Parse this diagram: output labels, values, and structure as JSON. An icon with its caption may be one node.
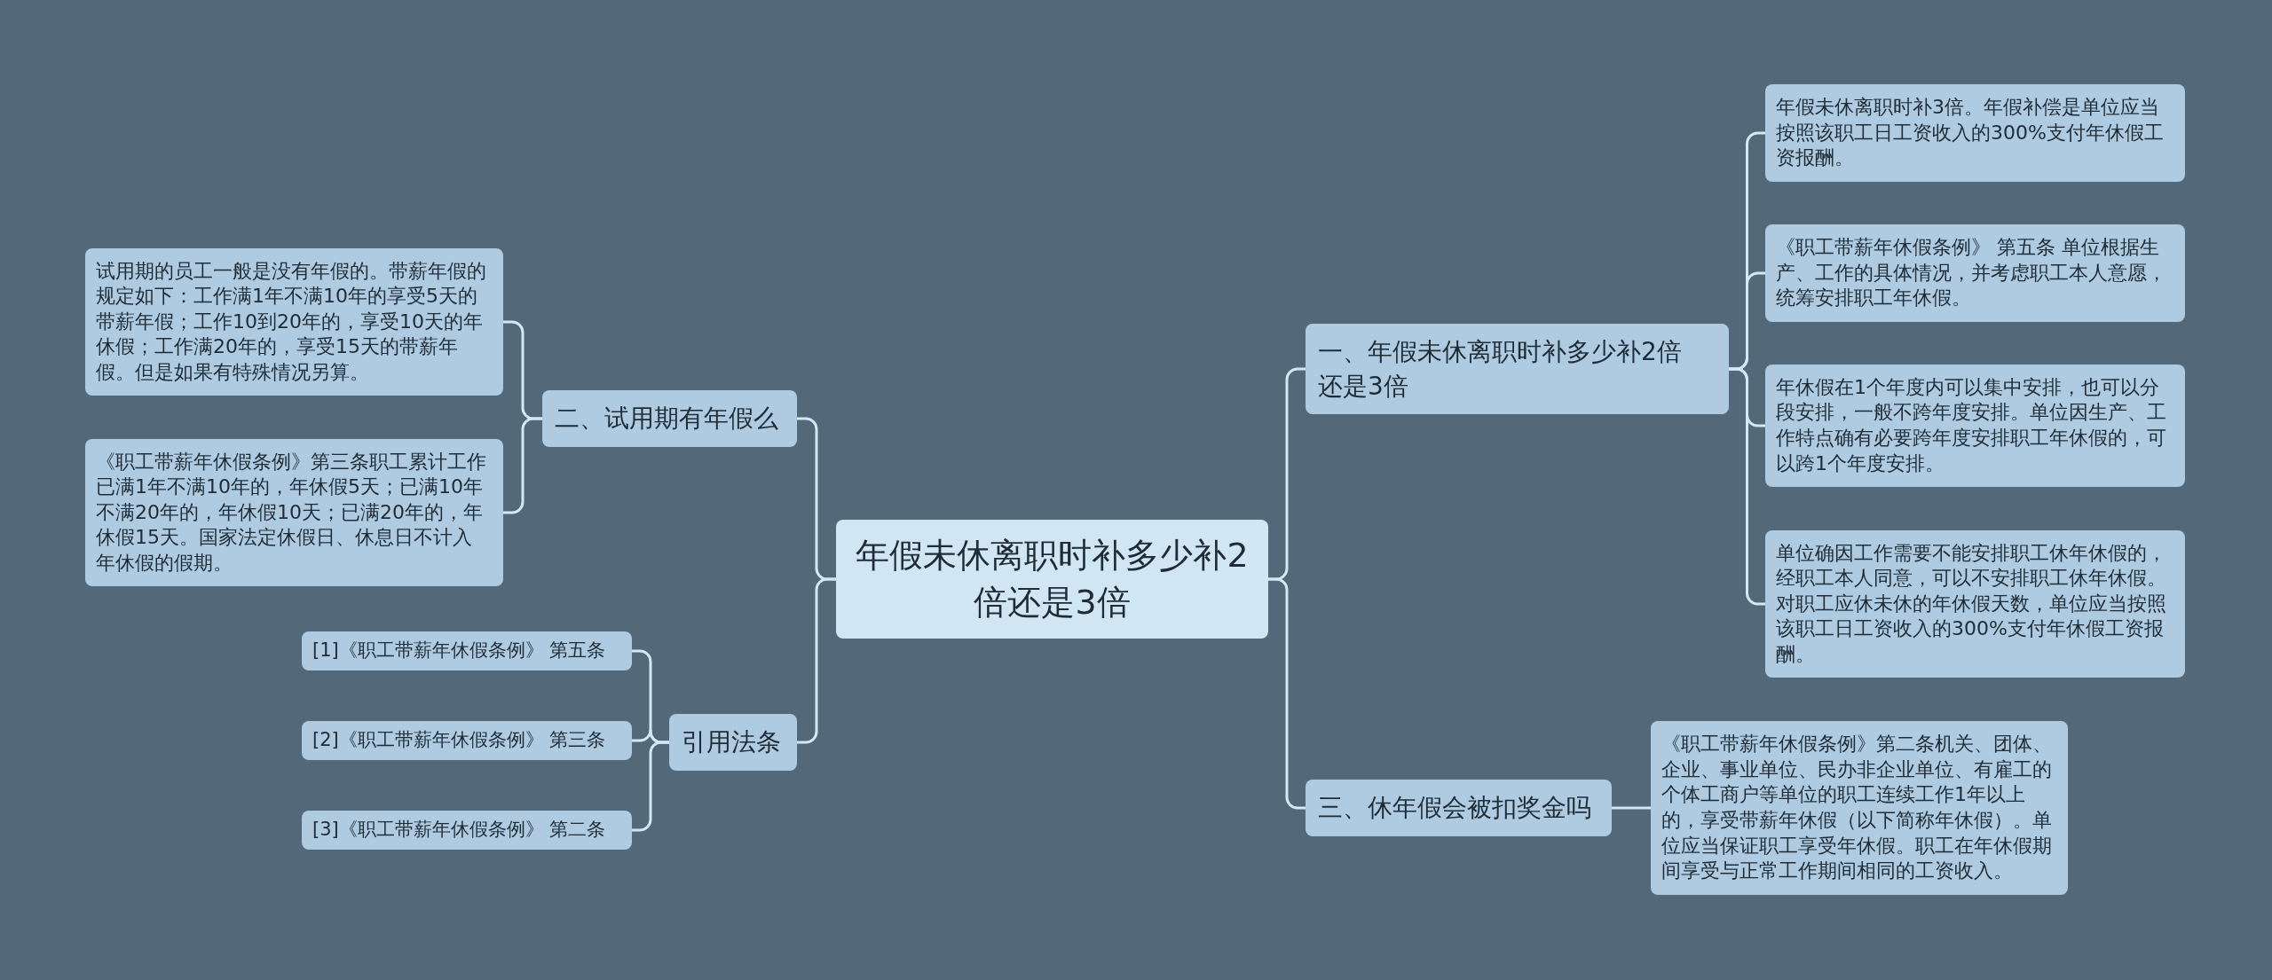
{
  "diagram": {
    "nodes": [
      {
        "text": [
          "年假未休离职时补多少补2倍还是3倍"
        ]
      },
      {
        "text": [
          "一、年假未休离职时补多少补2倍还是3倍"
        ]
      },
      {
        "text": [
          "年假未休离职时补3倍。年假补偿是单位应当按照该职工日工资收入的300%支付年休假工资报酬。"
        ]
      },
      {
        "text": [
          "《职工带薪年休假条例》 第五条 单位根据生产、工作的具体情况，并考虑职工本人意愿，统筹安排职工年休假。"
        ]
      },
      {
        "text": [
          "年休假在1个年度内可以集中安排，也可以分段安排，一般不跨年度安排。单位因生产、工作特点确有必要跨年度安排职工年休假的，可以跨1个年度安排。"
        ]
      },
      {
        "text": [
          "单位确因工作需要不能安排职工休年休假的，经职工本人同意，可以不安排职工休年休假。对职工应休未休的年休假天数，单位应当按照该职工日工资收入的300%支付年休假工资报酬。"
        ]
      },
      {
        "text": [
          "三、休年假会被扣奖金吗"
        ]
      },
      {
        "text": [
          "《职工带薪年休假条例》第二条机关、团体、企业、事业单位、民办非企业单位、有雇工的个体工商户等单位的职工连续工作1年以上的，享受带薪年休假（以下简称年休假）。单位应当保证职工享受年休假。职工在年休假期间享受与正常工作期间相同的工资收入。"
        ]
      },
      {
        "text": [
          "二、试用期有年假么"
        ]
      },
      {
        "text": [
          "试用期的员工一般是没有年假的。带薪年假的规定如下：工作满1年不满10年的享受5天的带薪年假；工作10到20年的，享受10天的年休假；工作满20年的，享受15天的带薪年假。但是如果有特殊情况另算。"
        ]
      },
      {
        "text": [
          "《职工带薪年休假条例》第三条职工累计工作已满1年不满10年的，年休假5天；已满10年不满20年的，年休假10天；已满20年的，年休假15天。国家法定休假日、休息日不计入年休假的假期。"
        ]
      },
      {
        "text": [
          "引用法条"
        ]
      },
      {
        "text": [
          "[1]《职工带薪年休假条例》 第五条"
        ]
      },
      {
        "text": [
          "[2]《职工带薪年休假条例》 第三条"
        ]
      },
      {
        "text": [
          "[3]《职工带薪年休假条例》 第二条"
        ]
      }
    ],
    "edges": [
      {
        "from": 0,
        "to": 1,
        "arrow": "none"
      },
      {
        "from": 1,
        "to": 2,
        "arrow": "none"
      },
      {
        "from": 1,
        "to": 3,
        "arrow": "none"
      },
      {
        "from": 1,
        "to": 4,
        "arrow": "none"
      },
      {
        "from": 1,
        "to": 5,
        "arrow": "none"
      },
      {
        "from": 0,
        "to": 6,
        "arrow": "none"
      },
      {
        "from": 6,
        "to": 7,
        "arrow": "none"
      },
      {
        "from": 0,
        "to": 8,
        "arrow": "none"
      },
      {
        "from": 8,
        "to": 9,
        "arrow": "none"
      },
      {
        "from": 8,
        "to": 10,
        "arrow": "none"
      },
      {
        "from": 0,
        "to": 11,
        "arrow": "none"
      },
      {
        "from": 11,
        "to": 12,
        "arrow": "none"
      },
      {
        "from": 11,
        "to": 13,
        "arrow": "none"
      },
      {
        "from": 11,
        "to": 14,
        "arrow": "none"
      }
    ]
  }
}
